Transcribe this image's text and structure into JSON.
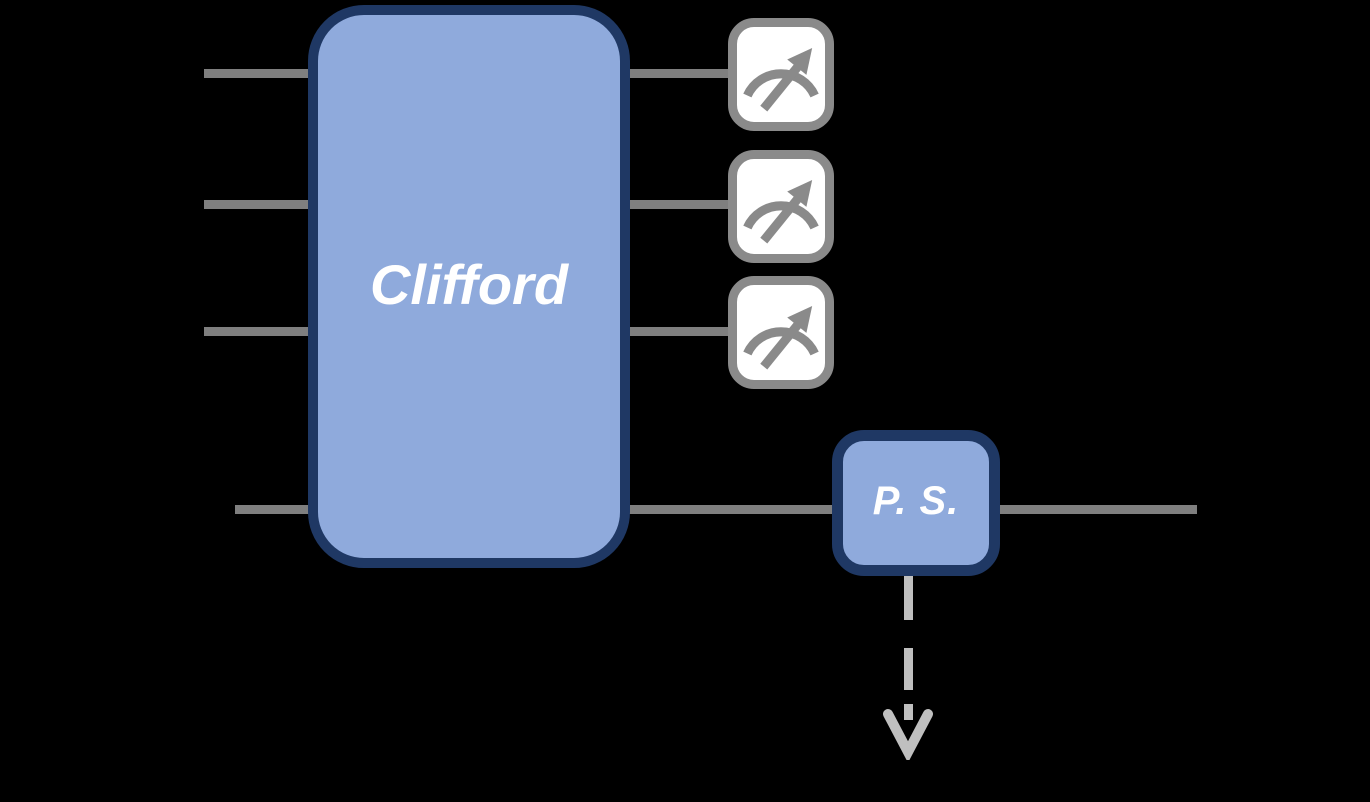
{
  "diagram": {
    "type": "quantum-circuit",
    "clifford_gate": {
      "label": "Clifford"
    },
    "ps_gate": {
      "label": "P. S."
    },
    "qubit_wire_count": 4,
    "measurement_meter_count": 3,
    "icons": {
      "measurement": "gauge-arrow-icon",
      "classical_output": "dashed-down-arrow-icon"
    },
    "colors": {
      "background": "#000000",
      "box_fill": "#8FAADC",
      "box_border": "#1F3864",
      "wire": "#7F7F7F",
      "meter": "#8A8A8A",
      "dash": "#BFBFBF",
      "label": "#FFFFFF"
    }
  }
}
